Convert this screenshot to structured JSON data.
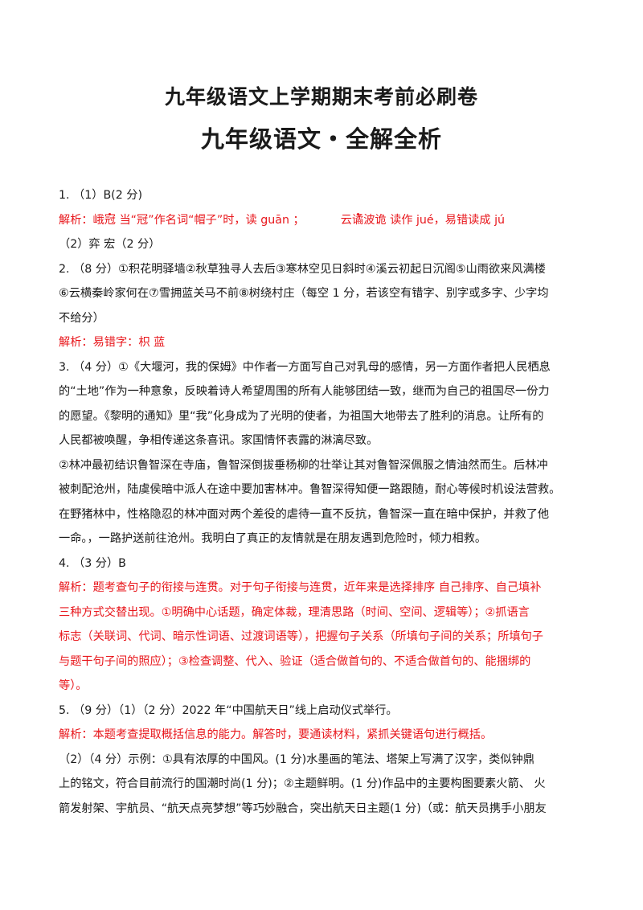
{
  "header": {
    "title": "九年级语文上学期期末考前必刷卷",
    "subtitle": "九年级语文・全解全析"
  },
  "q1": {
    "answer": "1.  （1）B(2 分)",
    "analysis": {
      "label": "解析：",
      "w1_pre": "峨",
      "w1_dot": "冠",
      "w1_note": "  当“冠”作名词“帽子”时，读  guān ；",
      "gap": "          ",
      "w2_pre": "云",
      "w2_dot": "谲",
      "w2_post": "波诡  读作 jué，易错读成  jú"
    },
    "part2": "（2）弈    宏（2 分）"
  },
  "q2": {
    "line1": "2. （8 分）①积花明驿墙②秋草独寻人去后③寒林空见日斜时④溪云初起日沉阁⑤山雨欲来风满楼",
    "line2": "⑥云横秦岭家何在⑦雪拥蓝关马不前⑧树绕村庄（每空 1 分，若该空有错字、别字或多字、少字均",
    "line3": "不给分）",
    "analysis": "解析：易错字：枳   蓝"
  },
  "q3": {
    "line1": "3. （4 分）①《大堰河，我的保姆》中作者一方面写自己对乳母的感情，另一方面作者把人民栖息",
    "line2": "的“土地”作为一种意象，反映着诗人希望周围的所有人能够团结一致，继而为自己的祖国尽一份力",
    "line3": "的愿望。《黎明的通知》里“我”化身成为了光明的使者，为祖国大地带去了胜利的消息。让所有的",
    "line4": "人民都被唤醒，争相传递这条喜讯。家国情怀表露的淋漓尽致。",
    "line5": "②林冲最初结识鲁智深在寺庙，鲁智深倒拔垂杨柳的壮举让其对鲁智深佩服之情油然而生。后林冲",
    "line6": "被刺配沧州，陆虞侯暗中派人在途中要加害林冲。鲁智深得知便一路跟随，耐心等候时机设法营救。",
    "line7": "在野猪林中，性格隐忍的林冲面对两个差役的虐待一直不反抗，鲁智深一直在暗中保护，并救了他",
    "line8": "一命。，一路护送前往沧州。我明白了真正的友情就是在朋友遇到危险时，倾力相救。"
  },
  "q4": {
    "answer": "4. （3 分）B",
    "analysis1": "解析：题考查句子的衔接与连贯。对于句子衔接与连贯，近年来是选择排序  自己排序、自己填补",
    "analysis2": "三种方式交替出现。①明确中心话题，确定体裁，理清思路（时间、空间、逻辑等）；②抓语言",
    "analysis3": "标志（关联词、代词、暗示性词语、过渡词语等），把握句子关系（所填句子间的关系；所填句子",
    "analysis4": "与题干句子间的照应）；③检查调整、代入、验证（适合做首句的、不适合做首句的、能捆绑的",
    "analysis5": "等）。"
  },
  "q5": {
    "line1": "5. （9 分）（1）（2 分）2022 年“中国航天日”线上启动仪式举行。",
    "analysis": "解析：本题考查提取概括信息的能力。解答时，要通读材料，紧抓关键语句进行概括。",
    "line2": "（2）（4 分）示例：①具有浓厚的中国风。(1 分)水墨画的笔法、塔架上写满了汉字，类似钟鼎",
    "line3": "上的铭文，符合目前流行的国潮时尚(1 分)；②主题鲜明。(1 分)作品中的主要构图要素火箭、 火",
    "line4": "箭发射架、宇航员、“航天点亮梦想”等巧妙融合，突出航天日主题(1 分)（或：航天员携手小朋友"
  },
  "colors": {
    "analysis_red": "#e8161b",
    "text": "#1a1a1a"
  }
}
